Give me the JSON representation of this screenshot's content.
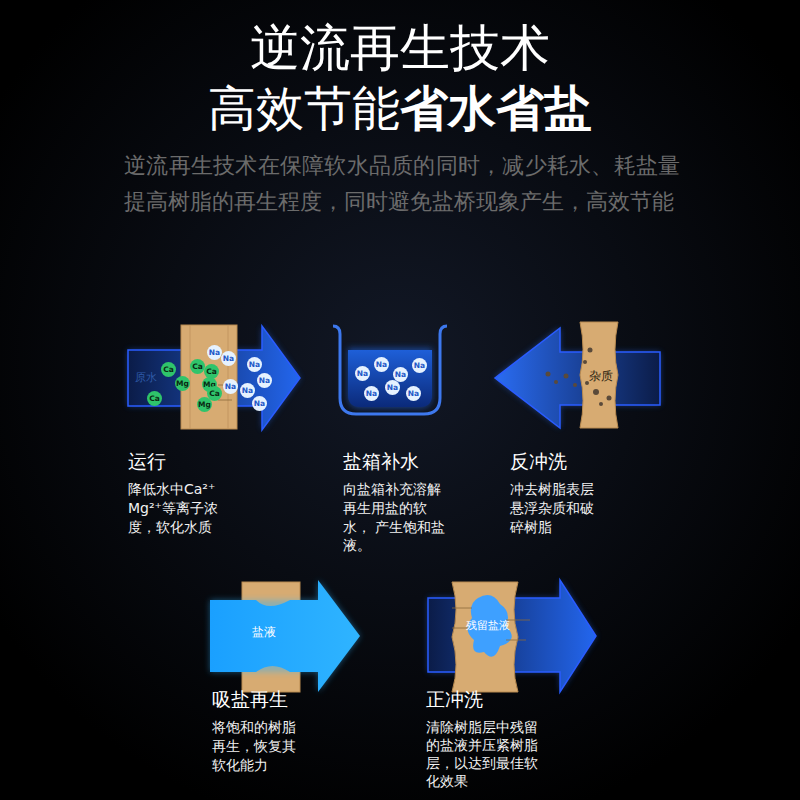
{
  "diagram": {
    "title": "逆流再生技术",
    "nodes": [
      {
        "text": [
          "运行",
          "降低水中Ca²⁺ Mg²⁺等离子浓 度，软化水质"
        ]
      },
      {
        "text": [
          "盐箱补水",
          "向盐箱补充溶解 再生用盐的软水， 产生饱和盐液。"
        ]
      },
      {
        "text": [
          "反冲洗",
          "冲去树脂表层 悬浮杂质和破 碎树脂"
        ]
      },
      {
        "text": [
          "吸盐再生",
          "将饱和的树脂 再生，恢复其 软化能力"
        ]
      },
      {
        "text": [
          "正冲洗",
          "清除树脂层中残留 的盐液并压紧树脂 层，以达到最佳软 化效果"
        ]
      }
    ],
    "labels": [
      "高效节能",
      "省水省盐",
      "逆流再生技术在保障软水品质的同时，减少耗水、耗盐量 提高树脂的再生程度，同时避免盐桥现象产生，高效节能",
      "原水",
      "Ca",
      "Ca",
      "Mg",
      "Ca",
      "Na",
      "Na",
      "Ca",
      "Mg",
      "Ca",
      "Mg",
      "Na",
      "Na",
      "Na",
      "Na",
      "Na",
      "Na",
      "Na",
      "Na",
      "Na",
      "Na",
      "Na",
      "Na",
      "杂质",
      "盐液",
      "残留盐液"
    ]
  }
}
